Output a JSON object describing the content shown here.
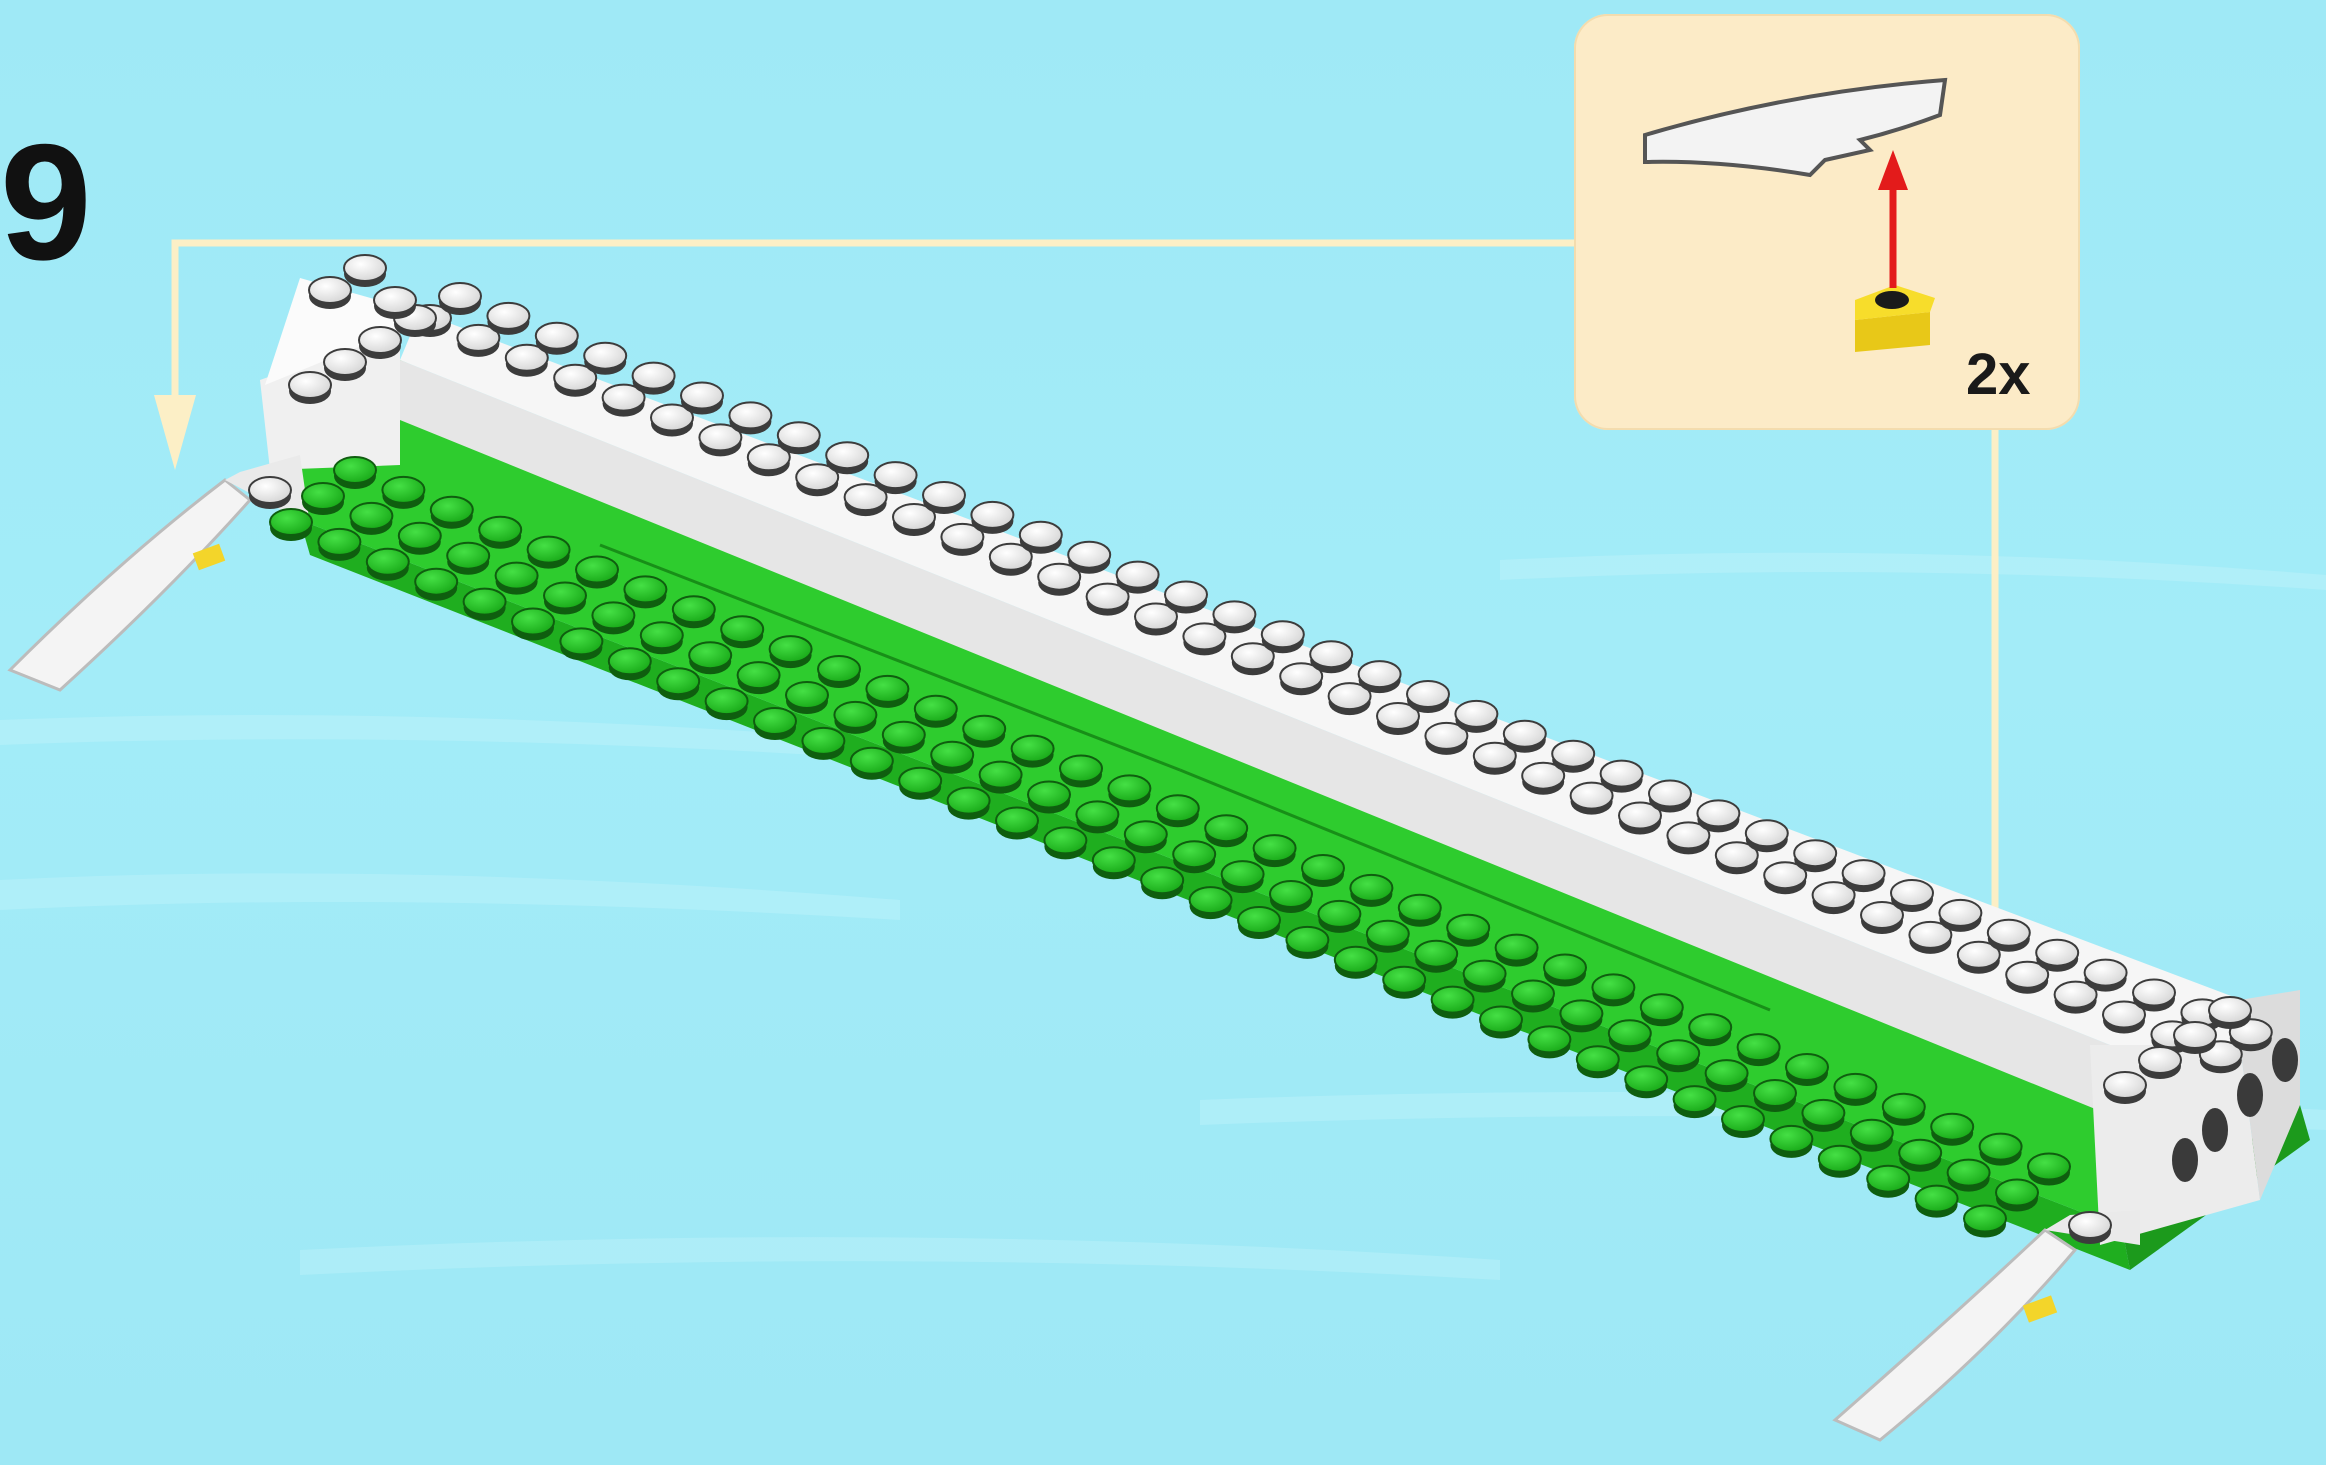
{
  "step": {
    "number": "9"
  },
  "callout": {
    "quantity": "2x",
    "parts": [
      "curved-slope-brick-white",
      "plate-1x1-yellow"
    ]
  },
  "colors": {
    "background": "#a0eaf7",
    "callout_background": "#fcebc7",
    "guide_line": "#fcefc6",
    "brick_white": "#f4f4f4",
    "brick_green": "#2ecc2e",
    "brick_yellow": "#f3d52a",
    "arrow_red": "#e31b1b"
  }
}
